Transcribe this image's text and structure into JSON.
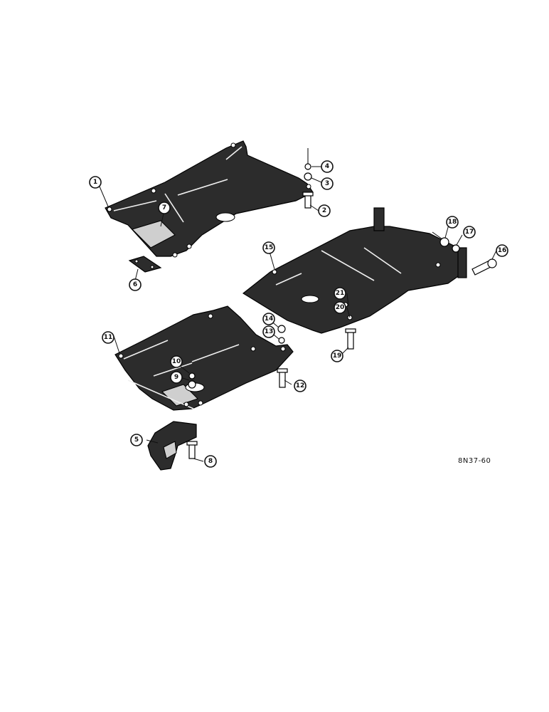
{
  "callouts": [
    "1",
    "2",
    "3",
    "4",
    "5",
    "6",
    "7",
    "8",
    "9",
    "10",
    "11",
    "12",
    "13",
    "14",
    "15",
    "16",
    "17",
    "18",
    "19",
    "20",
    "21"
  ],
  "reference_code": "8N37-60",
  "colors": {
    "ink": "#111111",
    "panel": "#2c2c2c",
    "paper": "#ffffff"
  }
}
